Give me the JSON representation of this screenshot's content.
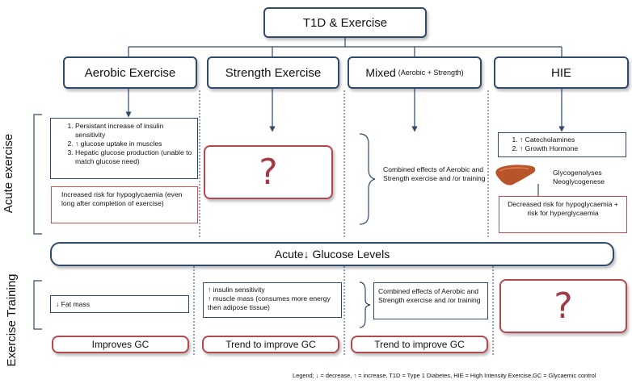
{
  "title": "T1D & Exercise",
  "types": {
    "aerobic": "Aerobic Exercise",
    "strength": "Strength Exercise",
    "mixed_main": "Mixed",
    "mixed_sub": "(Aerobic + Strength)",
    "hie": "HIE"
  },
  "sections": {
    "acute": "Acute exercise",
    "training": "Exercise Training"
  },
  "acute": {
    "aerobic_list": [
      "Persistant increase of insulin sensitivity",
      "↑ glucose uptake in muscles",
      "Hepatic glucose production (unable to match glucose need)"
    ],
    "aerobic_risk": "Increased risk for hypoglycaemia (even long after completion of exercise)",
    "strength_unknown": "?",
    "mixed_text": "Combined effects of Aerobic and Strength exercise and /or training",
    "hie_list": [
      "↑ Catecholamines",
      "↑ Growth Hormone"
    ],
    "hie_process_1": "Glycogenolyses",
    "hie_process_2": "Neoglycogenese",
    "hie_risk": "Decreased risk for hypoglycaemia + risk for hyperglycaemia"
  },
  "glucose_bar": "Acute↓ Glucose Levels",
  "training": {
    "aerobic": "↓ Fat mass",
    "strength_1": "↑ insulin sensitivity",
    "strength_2": "↑ muscle mass (consumes more energy then adipose tissue)",
    "mixed": "Combined effects of Aerobic and Strength exercise and /or training",
    "hie_unknown": "?"
  },
  "outcomes": {
    "aerobic": "Improves GC",
    "strength": "Trend to improve GC",
    "mixed": "Trend to improve GC"
  },
  "legend": "Legend; ↓ = decrease, ↑ = increase, T1D = Type 1 Diabetes, HIE = High Intensity Exercise,GC = Glycaemic control",
  "colors": {
    "navy": "#2f4a6b",
    "red": "#b5474f",
    "liver": "#b8532a"
  }
}
